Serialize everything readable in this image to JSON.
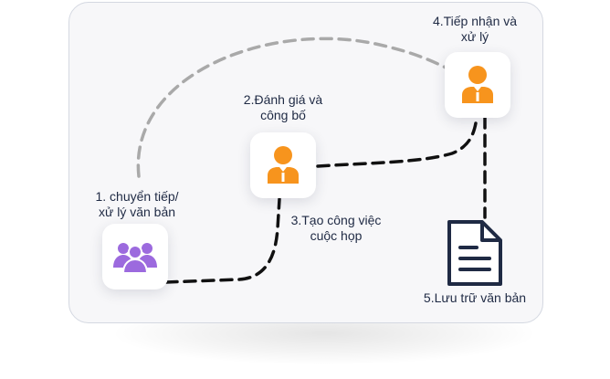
{
  "steps": {
    "step1": {
      "line1": "1. chuyển tiếp/",
      "line2": "xử lý văn bản",
      "icon": "group-icon"
    },
    "step2": {
      "line1": "2.Đánh giá và",
      "line2": "công bố",
      "icon": "person-icon"
    },
    "step3": {
      "line1": "3.Tạo công việc",
      "line2": "cuộc họp"
    },
    "step4": {
      "line1": "4.Tiếp nhận và",
      "line2": "xử lý",
      "icon": "person-icon"
    },
    "step5": {
      "line1": "5.Lưu trữ văn bản",
      "icon": "document-icon"
    }
  },
  "colors": {
    "group_icon": "#9c6ade",
    "person_icon": "#f7941d",
    "document_icon": "#1f2a44",
    "dashed_dark": "#111111",
    "dashed_light": "#a9a9a9"
  }
}
